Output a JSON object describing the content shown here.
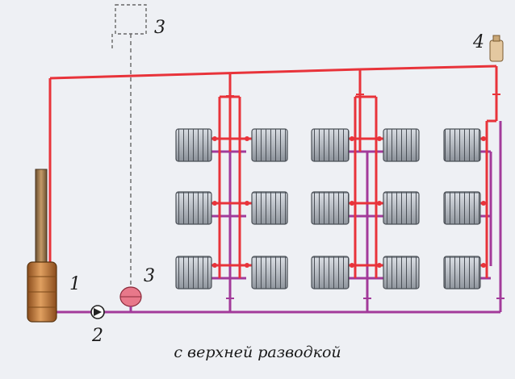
{
  "labels": {
    "boiler": "1",
    "pump": "2",
    "expansion_tank": "3",
    "open_tank": "3",
    "air_vent": "4"
  },
  "caption": "с верхней разводкой",
  "colors": {
    "supply": "#e8333a",
    "return": "#a23a9a",
    "boiler": "#c9803e",
    "radiator": "#9aa0a8",
    "tank": "#e8788a",
    "background": "#eef0f4"
  }
}
